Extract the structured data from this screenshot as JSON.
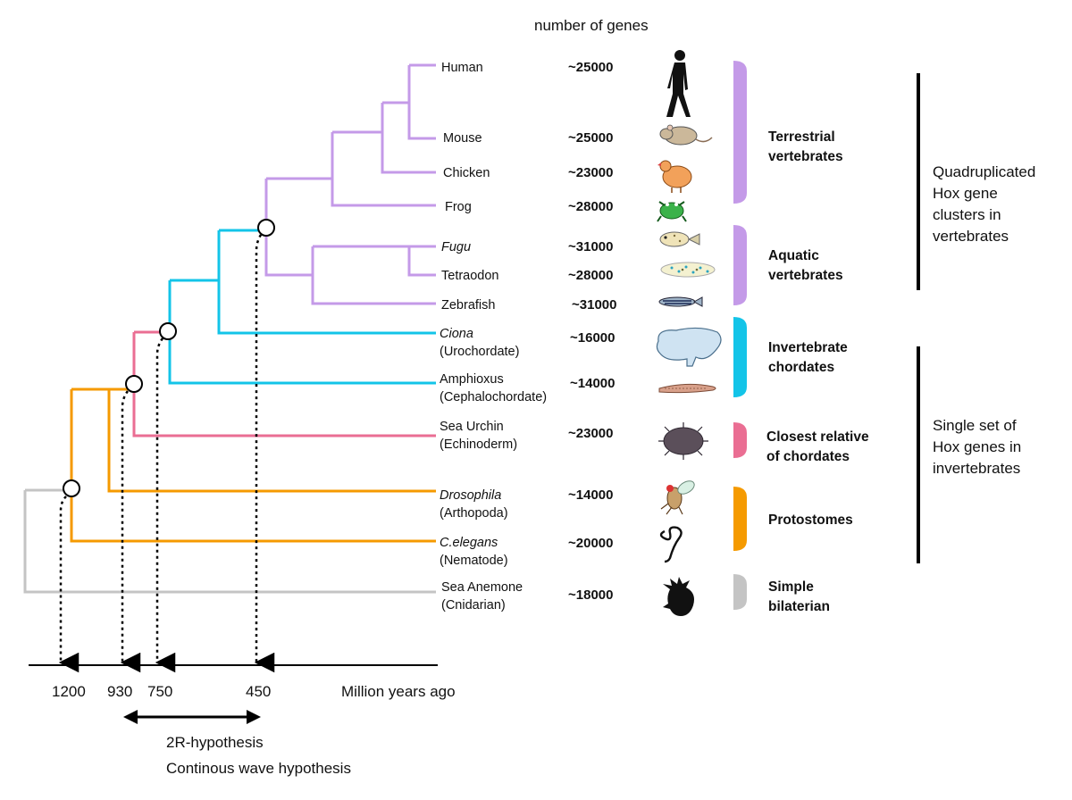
{
  "header": {
    "number_of_genes": "number of genes"
  },
  "colors": {
    "grey": "#c4c4c4",
    "orange": "#f59a00",
    "pink": "#ea6e93",
    "cyan": "#13c4e8",
    "lavender": "#c49ae8"
  },
  "taxa": [
    {
      "name": "Human",
      "sub": "",
      "italic": false,
      "genes": "~25000",
      "icon": "human-icon"
    },
    {
      "name": "Mouse",
      "sub": "",
      "italic": false,
      "genes": "~25000",
      "icon": "mouse-icon"
    },
    {
      "name": "Chicken",
      "sub": "",
      "italic": false,
      "genes": "~23000",
      "icon": "chicken-icon"
    },
    {
      "name": "Frog",
      "sub": "",
      "italic": false,
      "genes": "~28000",
      "icon": "frog-icon"
    },
    {
      "name": "Fugu",
      "sub": "",
      "italic": true,
      "genes": "~31000",
      "icon": "pufferfish-icon"
    },
    {
      "name": "Tetraodon",
      "sub": "",
      "italic": false,
      "genes": "~28000",
      "icon": "spotted-fish-icon"
    },
    {
      "name": "Zebrafish",
      "sub": "",
      "italic": false,
      "genes": "~31000",
      "icon": "zebrafish-icon"
    },
    {
      "name": "Ciona",
      "sub": "(Urochordate)",
      "italic": true,
      "genes": "~16000",
      "icon": "sea-squirt-icon"
    },
    {
      "name": "Amphioxus",
      "sub": "(Cephalochordate)",
      "italic": false,
      "genes": "~14000",
      "icon": "lancelet-icon"
    },
    {
      "name": "Sea Urchin",
      "sub": "(Echinoderm)",
      "italic": false,
      "genes": "~23000",
      "icon": "sea-urchin-icon"
    },
    {
      "name": "Drosophila",
      "sub": "(Arthopoda)",
      "italic": true,
      "genes": "~14000",
      "icon": "fruit-fly-icon"
    },
    {
      "name": "C.elegans",
      "sub": "(Nematode)",
      "italic": true,
      "genes": "~20000",
      "icon": "nematode-icon"
    },
    {
      "name": "Sea Anemone",
      "sub": "(Cnidarian)",
      "italic": false,
      "genes": "~18000",
      "icon": "sea-anemone-icon"
    }
  ],
  "groups": [
    {
      "line1": "Terrestrial",
      "line2": "vertebrates",
      "color": "#c49ae8"
    },
    {
      "line1": "Aquatic",
      "line2": "vertebrates",
      "color": "#c49ae8"
    },
    {
      "line1": "Invertebrate",
      "line2": "chordates",
      "color": "#13c4e8"
    },
    {
      "line1": "Closest relative",
      "line2": "of chordates",
      "color": "#ea6e93"
    },
    {
      "line1": "Protostomes",
      "line2": "",
      "color": "#f59a00"
    },
    {
      "line1": "Simple",
      "line2": "bilaterian",
      "color": "#c4c4c4"
    }
  ],
  "classes": [
    {
      "lines": [
        "Quadruplicated",
        "Hox gene",
        "clusters in",
        "vertebrates"
      ]
    },
    {
      "lines": [
        "Single set of",
        "Hox genes in",
        "invertebrates"
      ]
    }
  ],
  "timeline": {
    "ticks": [
      "1200",
      "930",
      "750",
      "450"
    ],
    "unit_label": "Million years ago",
    "hypotheses": [
      "2R-hypothesis",
      "Continous wave hypothesis"
    ]
  }
}
